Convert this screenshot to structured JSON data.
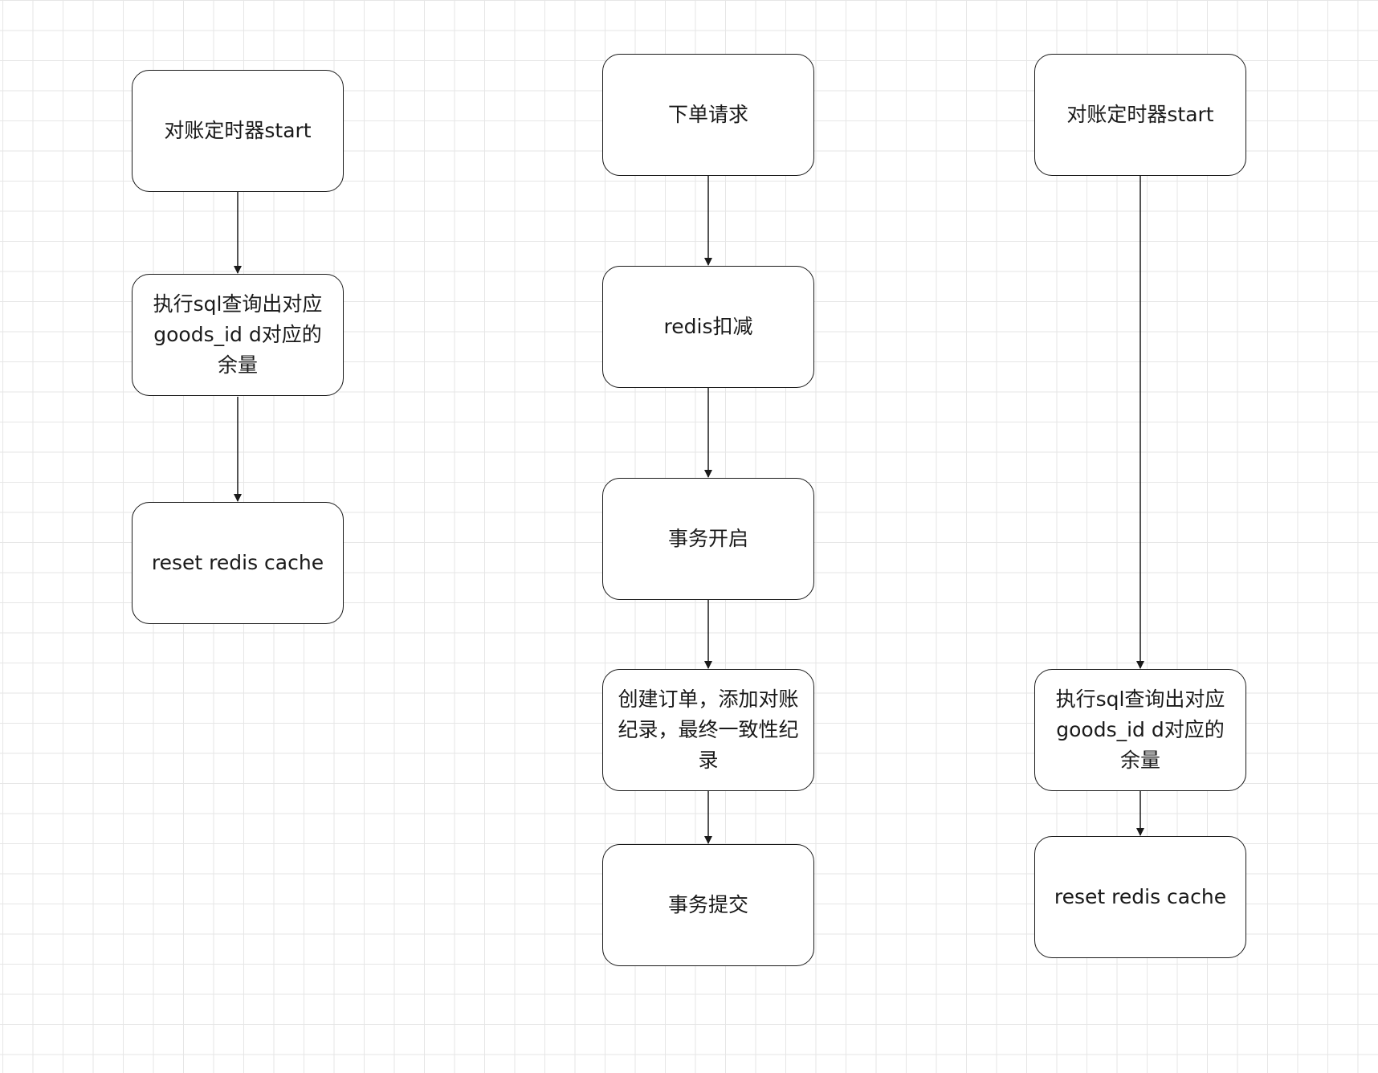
{
  "flows": [
    {
      "nodes": [
        {
          "label": "对账定时器start"
        },
        {
          "label": "执行sql查询出对应goods_id d对应的余量"
        },
        {
          "label": "reset redis cache"
        }
      ]
    },
    {
      "nodes": [
        {
          "label": "下单请求"
        },
        {
          "label": "redis扣减"
        },
        {
          "label": "事务开启"
        },
        {
          "label": "创建订单，添加对账纪录，最终一致性纪录"
        },
        {
          "label": "事务提交"
        }
      ]
    },
    {
      "nodes": [
        {
          "label": "对账定时器start"
        },
        {
          "label": "执行sql查询出对应goods_id d对应的余量"
        },
        {
          "label": "reset redis cache"
        }
      ]
    }
  ],
  "colors": {
    "stroke": "#1a1a1a",
    "grid": "#e6e6e6",
    "background": "#ffffff"
  }
}
